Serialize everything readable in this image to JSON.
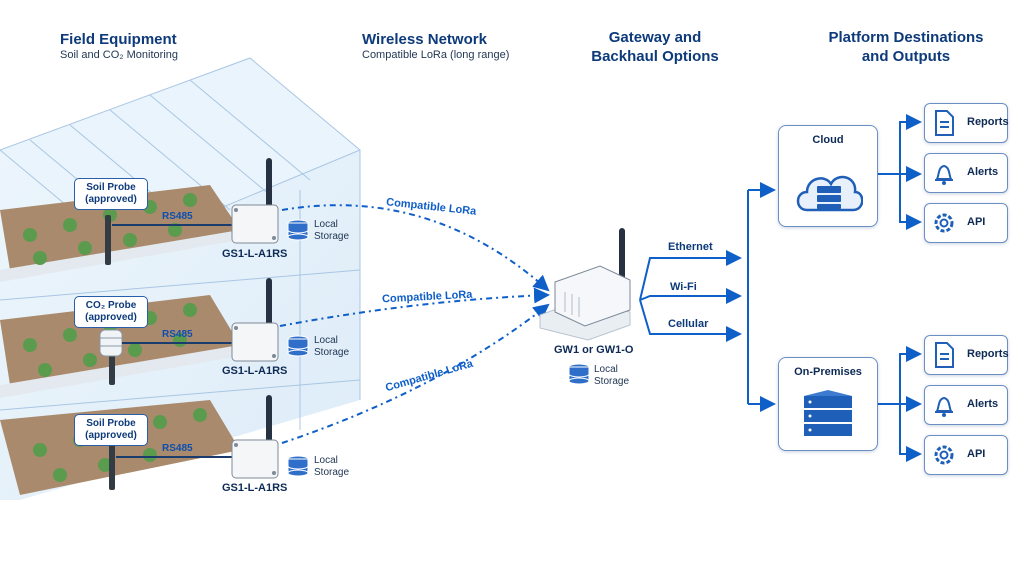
{
  "columns": {
    "field": {
      "title": "Field Equipment",
      "subtitle": "Soil and CO₂ Monitoring"
    },
    "network": {
      "title": "Wireless Network",
      "subtitle": "Compatible LoRa (long range)"
    },
    "gateway": {
      "title_line1": "Gateway and",
      "title_line2": "Backhaul Options"
    },
    "platform": {
      "title_line1": "Platform Destinations",
      "title_line2": "and Outputs"
    }
  },
  "probes": [
    {
      "line1": "Soil Probe",
      "line2": "(approved)"
    },
    {
      "line1": "CO₂ Probe",
      "line2": "(approved)"
    },
    {
      "line1": "Soil Probe",
      "line2": "(approved)"
    }
  ],
  "sensors": [
    {
      "bus": "RS485",
      "model": "GS1-L-A1RS",
      "storage_line1": "Local",
      "storage_line2": "Storage",
      "link": "Compatible LoRa"
    },
    {
      "bus": "RS485",
      "model": "GS1-L-A1RS",
      "storage_line1": "Local",
      "storage_line2": "Storage",
      "link": "Compatible LoRa"
    },
    {
      "bus": "RS485",
      "model": "GS1-L-A1RS",
      "storage_line1": "Local",
      "storage_line2": "Storage",
      "link": "Compatible LoRa"
    }
  ],
  "gateway": {
    "model": "GW1 or GW1-O",
    "storage_line1": "Local",
    "storage_line2": "Storage"
  },
  "backhaul": [
    "Ethernet",
    "Wi-Fi",
    "Cellular"
  ],
  "destinations": [
    {
      "name": "Cloud",
      "outputs": [
        "Reports",
        "Alerts",
        "API"
      ]
    },
    {
      "name": "On-Premises",
      "outputs": [
        "Reports",
        "Alerts",
        "API"
      ]
    }
  ],
  "colors": {
    "accent": "#0f5fc9",
    "heading": "#0d3a7a",
    "box_border": "#6b8fc2"
  }
}
